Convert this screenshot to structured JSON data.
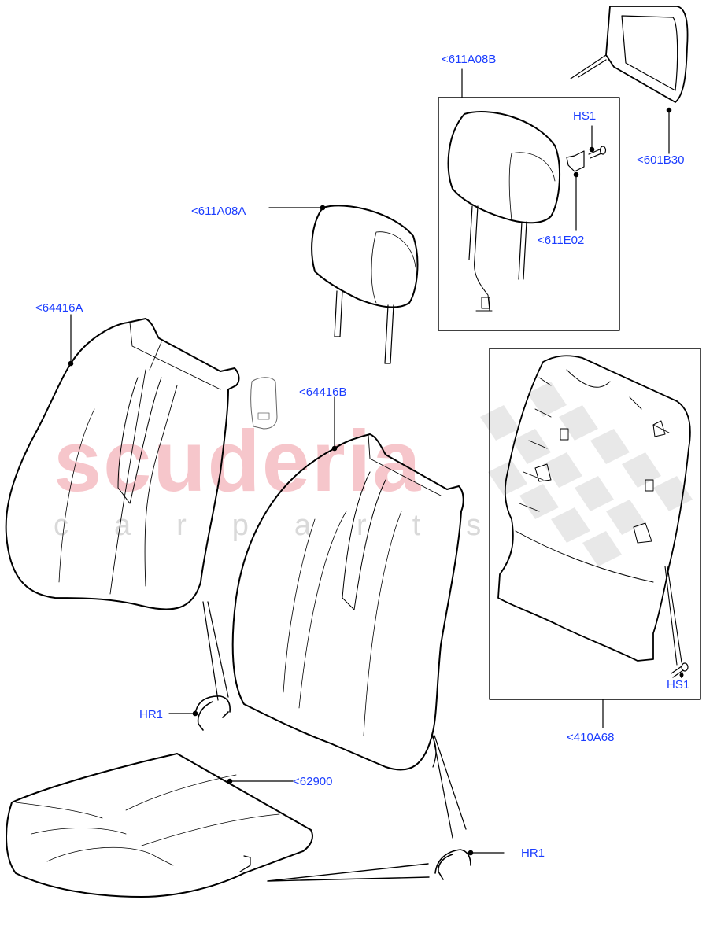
{
  "watermark": {
    "main": "scuderia",
    "sub": "carparts"
  },
  "colors": {
    "label": "#1a3cff",
    "line": "#000000",
    "watermark_main": "#f6c6cb",
    "watermark_sub": "#d9d9d9"
  },
  "callouts": [
    {
      "id": "611A08B",
      "text": "<611A08B"
    },
    {
      "id": "601B30",
      "text": "<601B30"
    },
    {
      "id": "HS1-top",
      "text": "HS1"
    },
    {
      "id": "611E02",
      "text": "<611E02"
    },
    {
      "id": "611A08A",
      "text": "<611A08A"
    },
    {
      "id": "64416A",
      "text": "<64416A"
    },
    {
      "id": "64416B",
      "text": "<64416B"
    },
    {
      "id": "HS1-bottom",
      "text": "HS1"
    },
    {
      "id": "410A68",
      "text": "<410A68"
    },
    {
      "id": "HR1-left",
      "text": "HR1"
    },
    {
      "id": "62900",
      "text": "<62900"
    },
    {
      "id": "HR1-right",
      "text": "HR1"
    }
  ]
}
